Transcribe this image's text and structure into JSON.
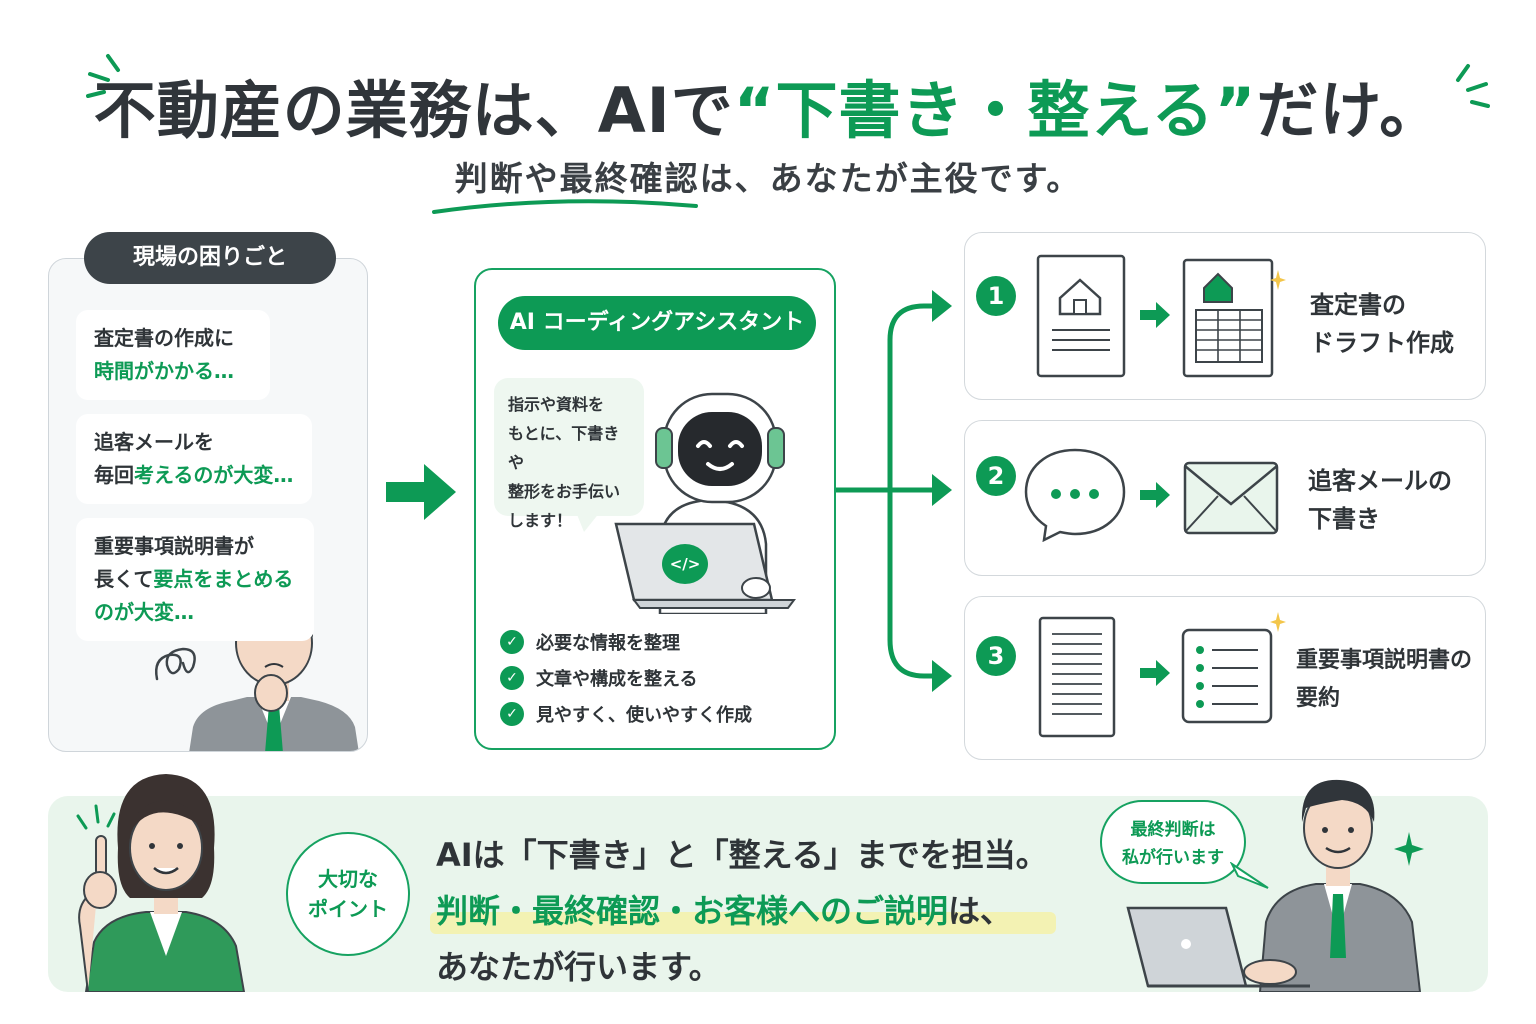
{
  "header": {
    "title_prefix": "不動産の業務は、AIで",
    "title_highlight": "“下書き・整える”",
    "title_suffix": "だけ。",
    "subtitle": "判断や最終確認は、あなたが主役です。"
  },
  "left": {
    "pill": "現場の困りごと",
    "problems": [
      {
        "line1": "査定書の作成に",
        "line2_green": "時間がかかる…",
        "line2_dark": ""
      },
      {
        "line1": "追客メールを",
        "line2_dark": "毎回",
        "line2_green": "考えるのが大変…"
      },
      {
        "line1": "重要事項説明書が",
        "line2_dark": "長くて",
        "line2_green": "要点をまとめる",
        "line3_green": "のが大変…"
      }
    ]
  },
  "middle": {
    "pill": "AI コーディングアシスタント",
    "bubble_lines": [
      "指示や資料を",
      "もとに、下書きや",
      "整形をお手伝い",
      "します！"
    ],
    "code_symbol": "</>",
    "checks": [
      "必要な情報を整理",
      "文章や構成を整える",
      "見やすく、使いやすく作成"
    ]
  },
  "rows": [
    {
      "num": "1",
      "line1": "査定書の",
      "line2": "ドラフト作成"
    },
    {
      "num": "2",
      "line1": "追客メールの",
      "line2": "下書き"
    },
    {
      "num": "3",
      "line1": "重要事項説明書の",
      "line2": "要約"
    }
  ],
  "bottom": {
    "point_line1": "大切な",
    "point_line2": "ポイント",
    "line1": "AIは「下書き」と「整える」までを担当。",
    "line2_green": "判断・最終確認・お客様へのご説明",
    "line2_dark": "は、",
    "line3": "あなたが行います。",
    "speech_line1": "最終判断は",
    "speech_line2": "私が行います"
  },
  "colors": {
    "accent": "#0d9a55",
    "dark": "#30353a",
    "band": "#e9f5ec"
  }
}
